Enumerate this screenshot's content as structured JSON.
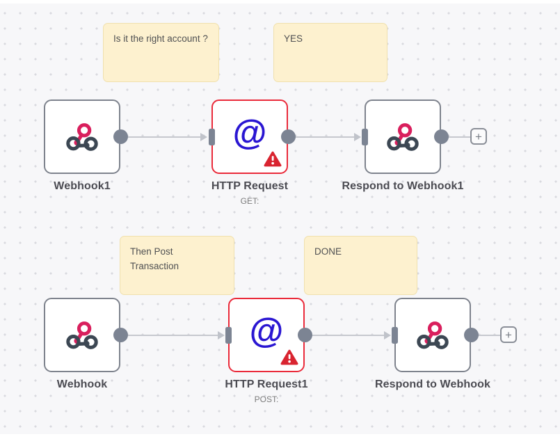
{
  "workflow": {
    "sticky_notes": [
      {
        "text": "Is it the right account ?"
      },
      {
        "text": "YES"
      },
      {
        "text": "Then Post Transaction"
      },
      {
        "text": "DONE"
      }
    ],
    "nodes": [
      {
        "name": "Webhook1",
        "type": "webhook"
      },
      {
        "name": "HTTP Request",
        "subtitle": "GET:",
        "type": "http-request",
        "has_error": true
      },
      {
        "name": "Respond to Webhook1",
        "type": "respond-to-webhook"
      },
      {
        "name": "Webhook",
        "type": "webhook"
      },
      {
        "name": "HTTP Request1",
        "subtitle": "POST:",
        "type": "http-request",
        "has_error": true
      },
      {
        "name": "Respond to Webhook",
        "type": "respond-to-webhook"
      }
    ],
    "icons": {
      "http_request_glyph": "@",
      "add_node_glyph": "+"
    },
    "colors": {
      "canvas_bg": "#f7f7f9",
      "grid_dot": "#d9dadf",
      "node_border": "#7e838d",
      "error_border": "#ea2a3a",
      "error_badge": "#d92430",
      "http_icon_blue": "#2a16d2",
      "webhook_pink": "#d91f5d",
      "webhook_dark": "#3c4753",
      "sticky_bg": "#fdf1cf",
      "sticky_border": "#f0e0ad",
      "connector_line": "#c6c8ce",
      "port_gray": "#7c8493",
      "label_text": "#4b4b52",
      "subtitle_text": "#7b7b7b"
    }
  }
}
